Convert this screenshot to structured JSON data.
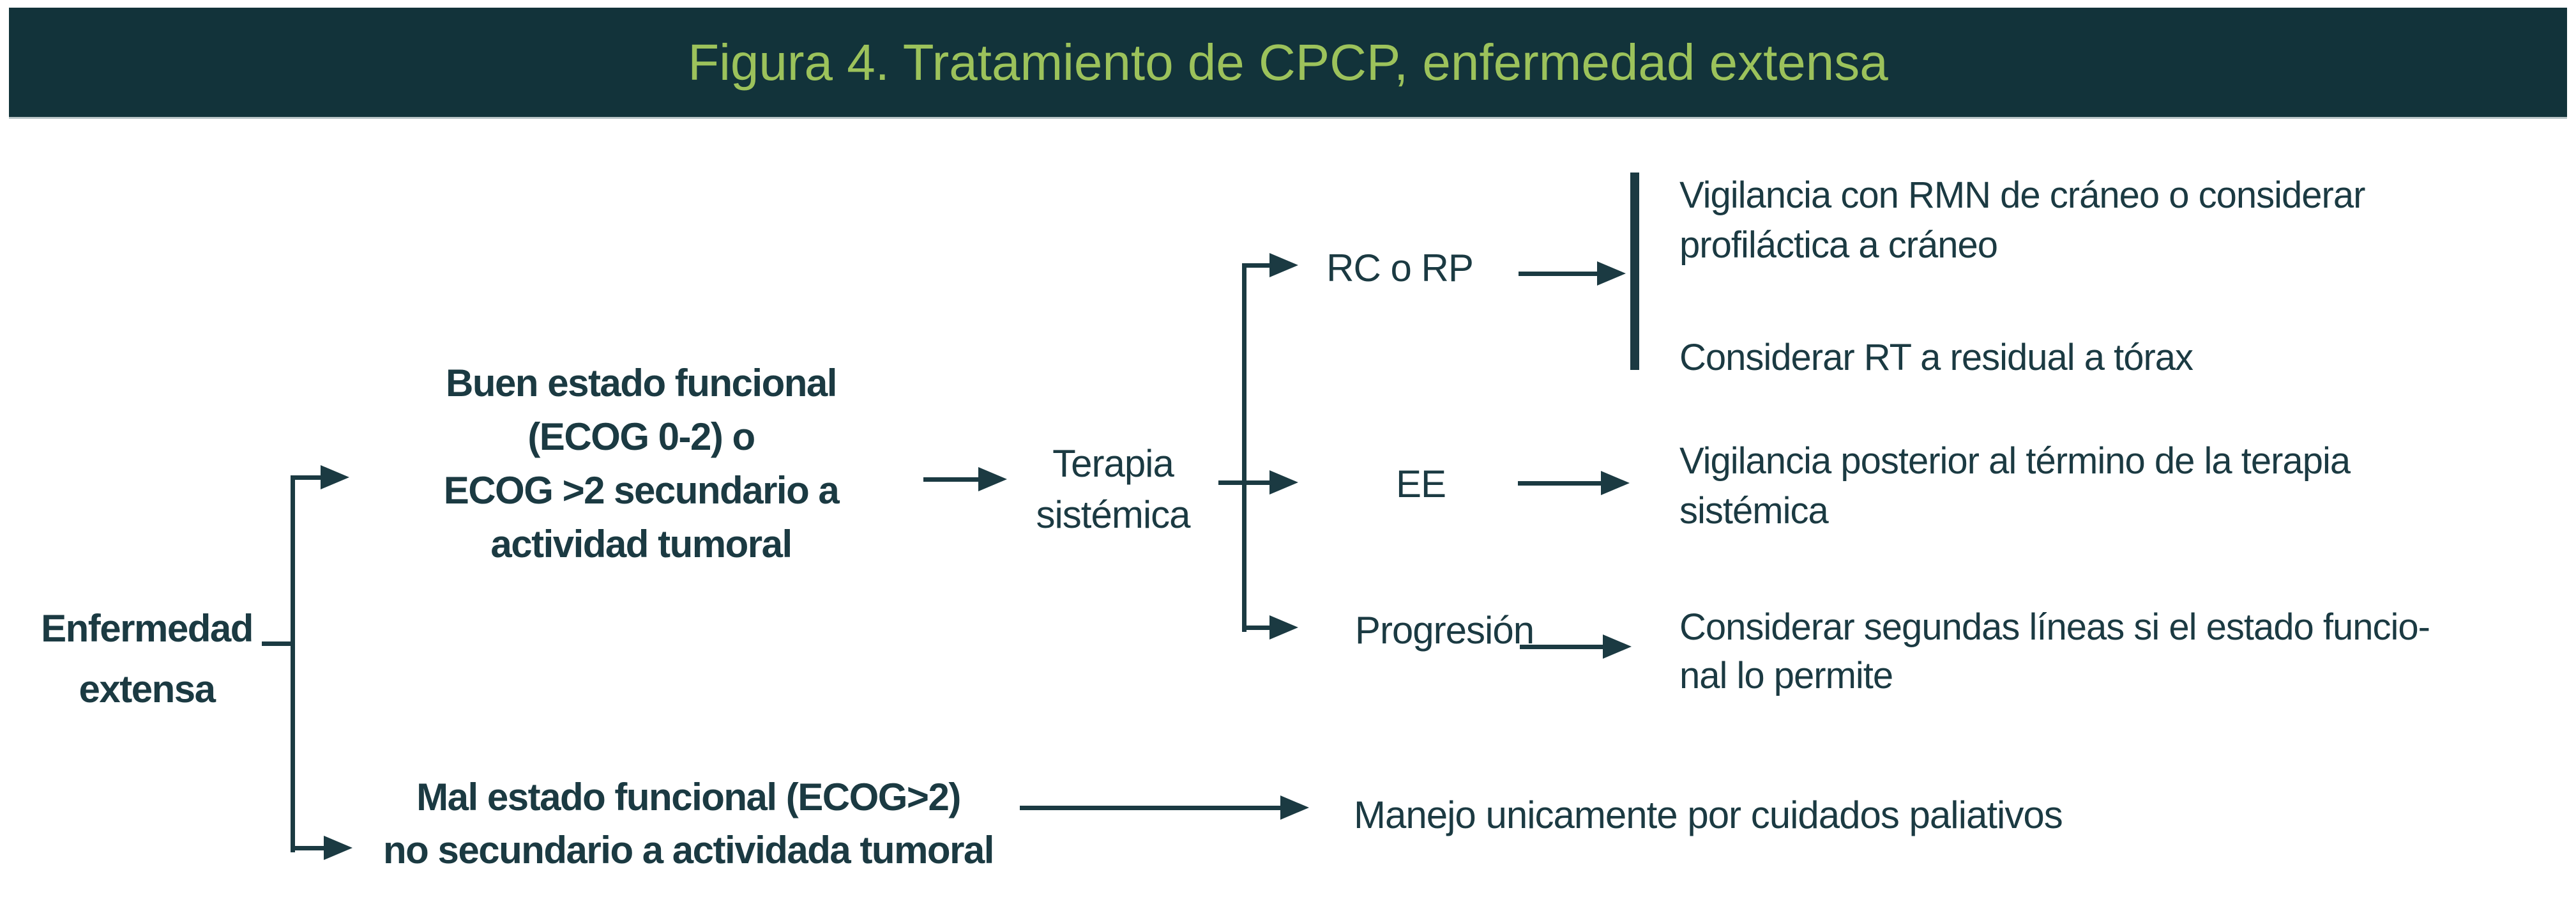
{
  "theme": {
    "header_bg": "#12333A",
    "title_color": "#9CC25B",
    "ink": "#1B3A42",
    "canvas_bg": "#FFFFFF",
    "header_edge": "#B9C5C7"
  },
  "header": {
    "title": "Figura 4. Tratamiento de CPCP, enfermedad extensa"
  },
  "flowchart": {
    "root": {
      "lines": [
        "Enfermedad",
        "extensa"
      ]
    },
    "good_status": {
      "lines": [
        "Buen estado funcional",
        "(ECOG 0-2) o",
        "ECOG >2 secundario a",
        "actividad tumoral"
      ]
    },
    "systemic_therapy": {
      "lines": [
        "Terapia",
        "sistémica"
      ]
    },
    "outcomes": {
      "rc_rp": {
        "label": "RC o RP",
        "results": [
          "Vigilancia con RMN de cráneo o considerar",
          "profiláctica a cráneo"
        ],
        "result2": "Considerar RT a residual a tórax"
      },
      "ee": {
        "label": "EE",
        "results": [
          "Vigilancia posterior al término de la terapia",
          "sistémica"
        ]
      },
      "progression": {
        "label": "Progresión",
        "results": [
          "Considerar segundas líneas si el estado funcio-",
          "nal lo permite"
        ]
      }
    },
    "poor_status": {
      "lines": [
        "Mal estado funcional (ECOG>2)",
        "no secundario a actividada tumoral"
      ],
      "result": "Manejo unicamente por cuidados paliativos"
    }
  }
}
